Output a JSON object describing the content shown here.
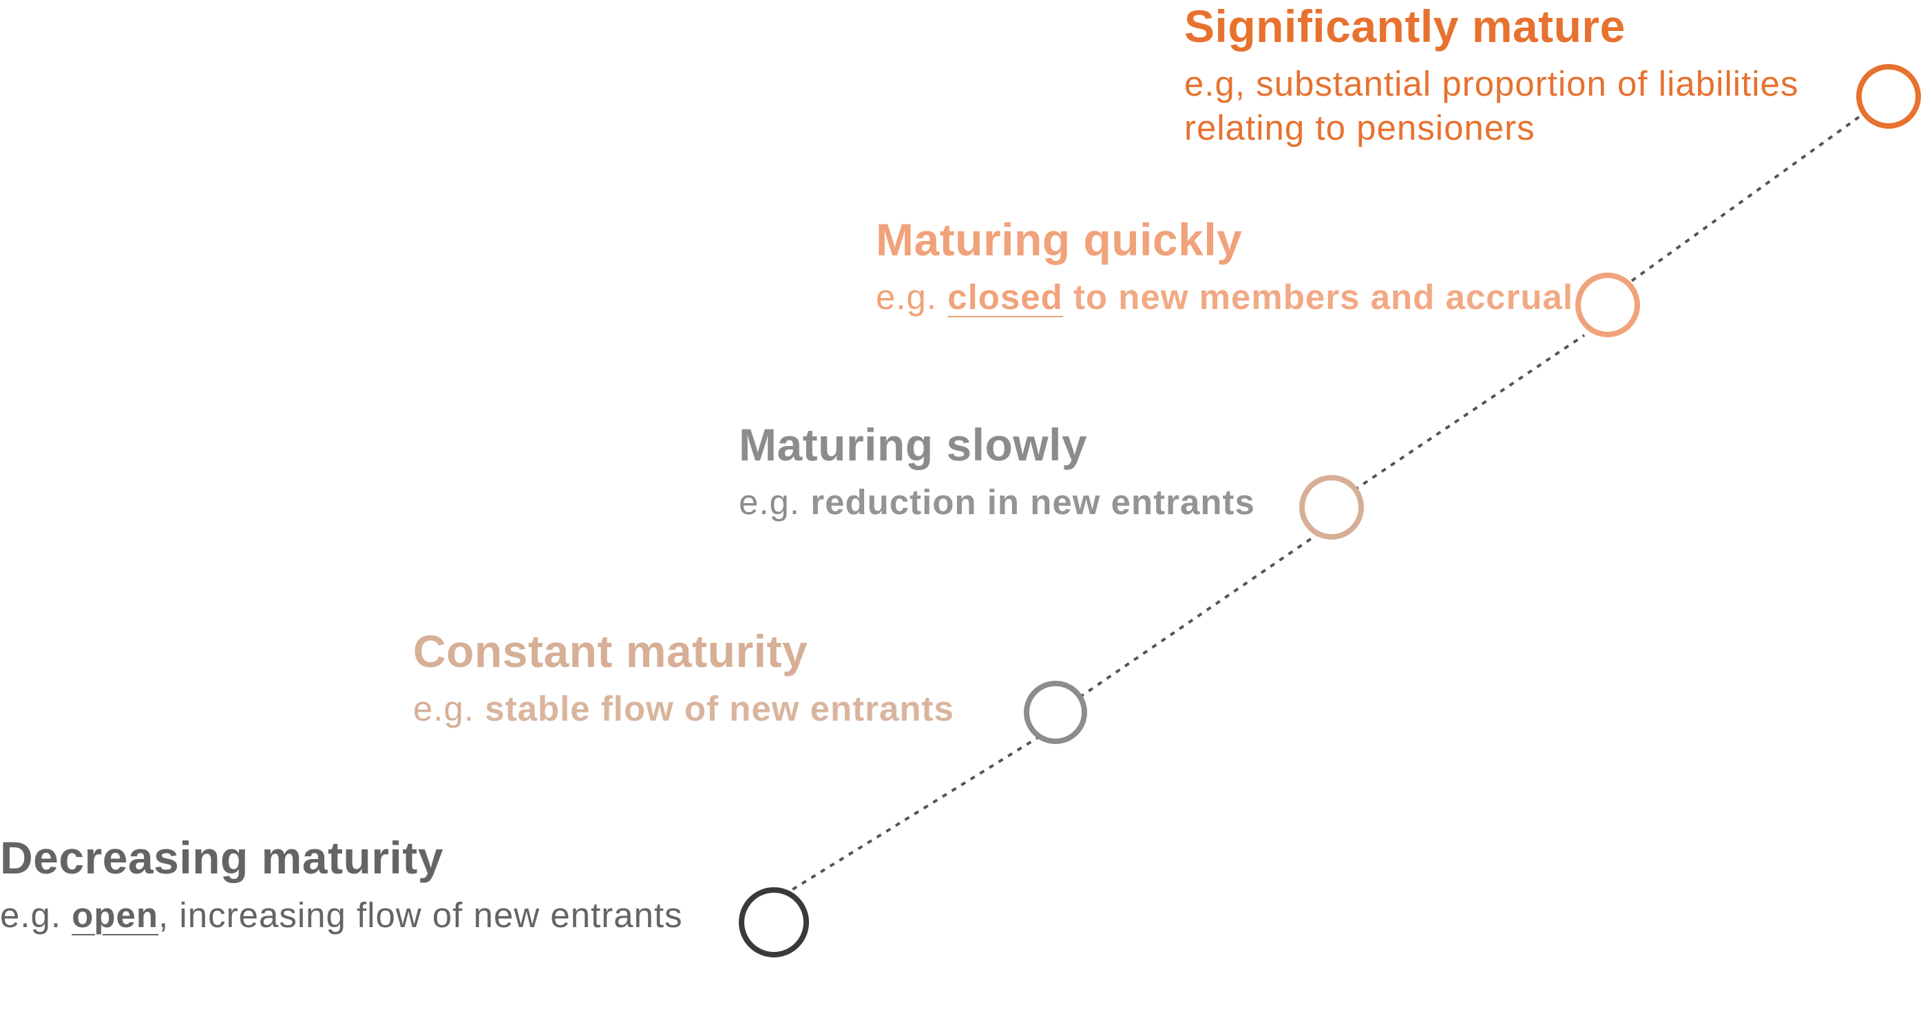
{
  "colors": {
    "connector": "#555555",
    "stage_0": "#646464",
    "stage_1": "#d6af96",
    "stage_2": "#8c8c8c",
    "stage_3": "#f0a27a",
    "stage_4": "#e7722f",
    "node_0": "#3a3a3a",
    "node_1": "#8c8c8c",
    "node_2": "#d6af96",
    "node_3": "#f0a27a",
    "node_4": "#e7722f"
  },
  "stages": [
    {
      "title": "Decreasing maturity",
      "desc_lead": "e.g. ",
      "desc_keyword": "open",
      "desc_rest": ", increasing flow of new entrants"
    },
    {
      "title": "Constant maturity",
      "desc_lead": "e.g. ",
      "desc_rest": "stable flow of new entrants"
    },
    {
      "title": "Maturing slowly",
      "desc_lead": "e.g. ",
      "desc_rest": "reduction in new entrants"
    },
    {
      "title": "Maturing quickly",
      "desc_lead": "e.g. ",
      "desc_keyword": "closed",
      "desc_rest": " to new members and accrual"
    },
    {
      "title": "Significantly mature",
      "desc_line1": "e.g, substantial proportion of liabilities",
      "desc_line2": "relating to pensioners"
    }
  ]
}
